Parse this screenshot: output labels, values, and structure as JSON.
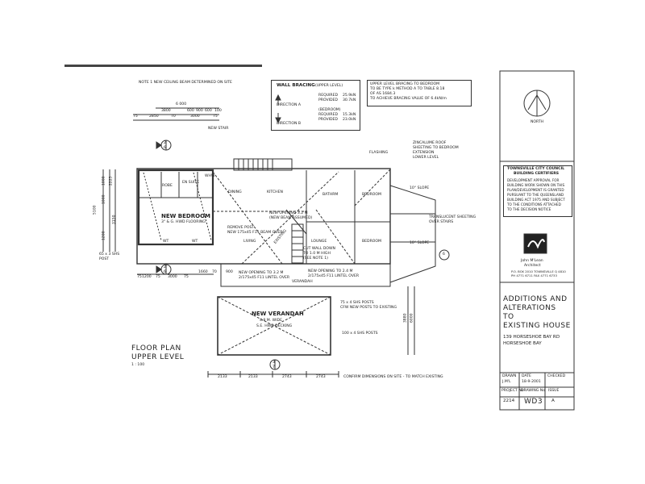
{
  "notes": {
    "ceiling_beam": "NOTE  1  NEW CEILING BEAM DETERMINED ON SITE",
    "confirm_dims": "CONFIRM DIMENSIONS ON SITE - TO MATCH EXISTING",
    "upper_bracing": [
      "UPPER LEVEL BRACING TO BEDROOM",
      "TO BE TYPE  k METHOD A TO TABLE 8.18",
      "OF AS 1684.3",
      "TO ACHIEVE BRACING VALUE OF 6.4kN/m"
    ]
  },
  "wall_bracing": {
    "title": "WALL BRACING",
    "subtitle": "(UPPER LEVEL)",
    "direction_a": "DIRECTION  A",
    "direction_b": "DIRECTION  B",
    "required_a": "REQUIRED",
    "required_a_val": "25.9kN",
    "provided_a": "PROVIDED",
    "provided_a_val": "30.7kN",
    "bedroom": "(BEDROOM)",
    "required_b": "REQUIRED",
    "required_b_val": "15.3kN",
    "provided_b": "PROVIDED",
    "provided_b_val": "23.0kN"
  },
  "rooms": {
    "robe": "ROBE",
    "en_suite": "EN SUITE",
    "new_bedroom": "NEW BEDROOM",
    "new_bedroom_sub": "3\" & G. HWD FLOORING",
    "dining": "DINING",
    "kitchen": "KITCHEN",
    "bathrm": "BATHRM",
    "bedroom1": "BEDROOM",
    "living": "LIVING",
    "lounge": "LOUNGE",
    "bedroom2": "BEDROOM",
    "verandah": "VERANDAH",
    "new_verandah": "NEW VERANDAH",
    "new_verandah_sub1": "4.8 M. WIDE",
    "new_verandah_sub2": "S.E. HWD DECKING"
  },
  "annotations": {
    "new_stair": "NEW STAIR",
    "flashing": "FLASHING",
    "zincalume": [
      "ZINCALUME ROOF",
      "SHEETING TO BEDROOM",
      "EXTENSION",
      "LOWER LEVEL"
    ],
    "slope1": "10° SLOPE",
    "slope2": "10° SLOPE",
    "translucent": [
      "TRANSLUCENT SHEETING",
      "OVER STAIRS"
    ],
    "new_opening": [
      "NEW OPENING 3.2 M",
      "(NEW BEAM ASSUMED)"
    ],
    "remove_post": [
      "REMOVE POST",
      "NEW 175x45 F11 BEAM OVER"
    ],
    "existing": "EXISTING",
    "cut_wall": [
      "CUT WALL DOWN",
      "TO 1.0 M HIGH",
      "(SEE NOTE 1)"
    ],
    "opening_left": [
      "NEW OPENING TO 3.2 M",
      "2/175x45 F11 LINTEL OVER"
    ],
    "opening_right": [
      "NEW OPENING TO 2.4 M",
      "2/175x45 F11 LINTEL OVER"
    ],
    "shs_posts1": [
      "75 x 4 SHS POSTS",
      "CFW NEW POSTS TO EXISTING"
    ],
    "shs_posts2": "100 x 4 SHS POSTS",
    "shs_post_left": [
      "65 x 3 SHS",
      "POST"
    ],
    "wt": "WT",
    "whw": "WHW"
  },
  "dimensions": {
    "top_total": "6 000",
    "top_row1": [
      "3800",
      "600",
      "900",
      "600",
      "100"
    ],
    "top_row2": [
      "75",
      "2850",
      "70",
      "3000",
      "75"
    ],
    "left_total": "5100",
    "left_parts": [
      "1000",
      "2225",
      "1000",
      "1200",
      "3150"
    ],
    "bottom_row1": [
      "75",
      "1200",
      "75",
      "3000",
      "75",
      "1660",
      "70",
      "900"
    ],
    "bottom_row2": [
      "2133",
      "2133",
      "2743",
      "2743"
    ],
    "right_val": "3880",
    "right_val2": "6000"
  },
  "sections": {
    "s2_top": "2",
    "s6_top": "6",
    "s2_bot": "2",
    "s6_bot": "6",
    "s3": "3",
    "s7": "7",
    "s6_right": "6"
  },
  "plan_title": {
    "line1": "FLOOR PLAN",
    "line2": "UPPER LEVEL",
    "scale": "1 : 100"
  },
  "title_block": {
    "north": "NORTH",
    "council": [
      "TOWNSVILLE CITY COUNCIL",
      "BUILDING CERTIFIERS"
    ],
    "approval": [
      "DEVELOPMENT APPROVAL FOR",
      "BUILDING WORK SHOWN ON THIS",
      "PLAN/DEVELOPMENT IS GRANTED",
      "PURSUANT TO THE QUEENSLAND",
      "BUILDING ACT 1975 AND SUBJECT",
      "TO THE CONDITIONS ATTACHED",
      "TO THE DECISION NOTICE"
    ],
    "architect": [
      "John M'Lean",
      "Architect"
    ],
    "architect_addr": [
      "P.O. BOX 2010 TOWNSVILLE Q 4810",
      "PH 4771 6711 FAX 4771 6733"
    ],
    "project_title": [
      "ADDITIONS AND",
      "ALTERATIONS",
      "TO",
      "EXISTING HOUSE"
    ],
    "address": [
      "139 HORSESHOE BAY RD",
      "HORSESHOE BAY"
    ],
    "drawn_label": "DRAWN",
    "drawn_val": "J.M'L",
    "date_label": "DATE",
    "date_val": "18-9-2001",
    "checked_label": "CHECKED",
    "project_no_label": "PROJECT No",
    "project_no_val": "2214",
    "drawing_no_label": "DRAWING No",
    "drawing_no_val": "WD3",
    "issue_label": "ISSUE",
    "issue_val": "A"
  }
}
